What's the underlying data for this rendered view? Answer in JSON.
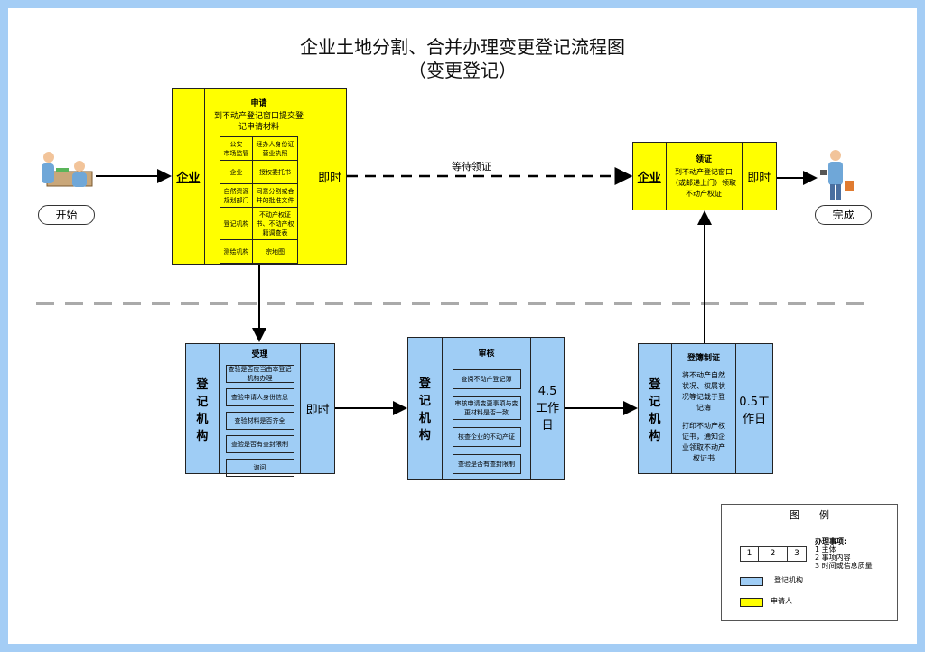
{
  "title": "企业土地分割、合并办理变更登记流程图",
  "subtitle": "（变更登记）",
  "start": "开始",
  "finish": "完成",
  "wait_label": "等待领证",
  "apply": {
    "subject": "企业",
    "heading": "申请",
    "desc": "到不动产登记窗口提交登记申请材料",
    "time": "即时",
    "table": [
      [
        "公安\n市场监管",
        "经办人身份证\n营业执照"
      ],
      [
        "企业",
        "授权委托书"
      ],
      [
        "自然资源\n规划部门",
        "同意分割或合并的批准文件"
      ],
      [
        "登记机构",
        "不动产权证书、不动产权籍调查表"
      ],
      [
        "测绘机构",
        "宗地图"
      ]
    ]
  },
  "receive": {
    "subject": "企业",
    "heading": "领证",
    "desc": "到不动产登记窗口（或邮递上门）领取不动产权证",
    "time": "即时"
  },
  "accept": {
    "subject": "登记机构",
    "heading": "受理",
    "items": [
      "查验是否应当由本登记机构办理",
      "查验申请人身份信息",
      "查验材料是否齐全",
      "查验是否有查封限制",
      "询问"
    ],
    "time": "即时"
  },
  "review": {
    "subject": "登记机构",
    "heading": "审核",
    "items": [
      "查阅不动产登记簿",
      "审核申请变更事项与变更材料是否一致",
      "核查企业的不动产证",
      "查验是否有查封限制"
    ],
    "time": "4.5工作日"
  },
  "register": {
    "subject": "登记机构",
    "heading": "登簿制证",
    "desc1": "将不动产自然状况、权属状况等记载于登记簿",
    "desc2": "打印不动产权证书，通知企业领取不动产权证书",
    "time": "0.5工作日"
  },
  "legend": {
    "title": "图　　例",
    "cells": [
      "1",
      "2",
      "3"
    ],
    "notes_title": "办理事项:",
    "notes": [
      "1 主体",
      "2 事项内容",
      "3 时间或信息质量"
    ],
    "blue_label": "登记机构",
    "yellow_label": "申请人"
  },
  "colors": {
    "agency": "#9fcdf5",
    "applicant": "#ffff00",
    "frame": "#a4cdf5"
  }
}
